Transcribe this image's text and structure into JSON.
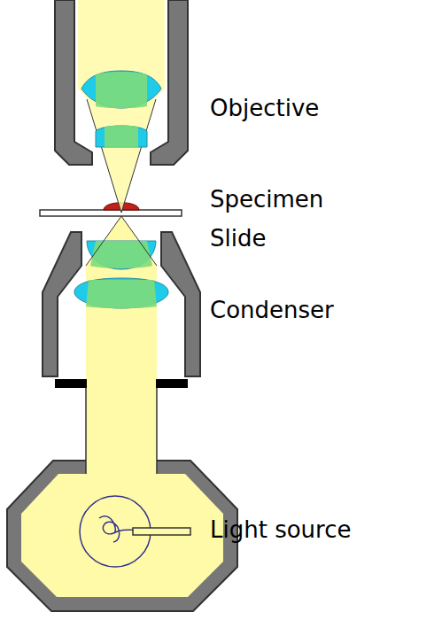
{
  "diagram": {
    "labels": [
      "Objective",
      "Specimen",
      "Slide",
      "Condenser",
      "Light source"
    ]
  }
}
